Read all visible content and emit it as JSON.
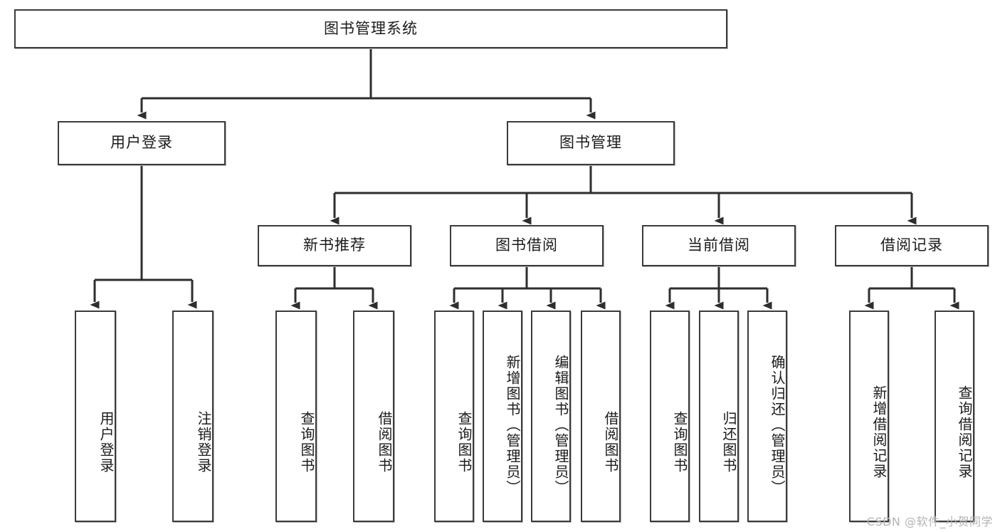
{
  "diagram": {
    "title": "图书管理系统",
    "type": "tree",
    "watermark": "CSDN @软件_小贺同学",
    "colors": {
      "box_border": "#3b3b3b",
      "box_fill": "#ffffff",
      "edge": "#2e2e2e",
      "text": "#1b1b1b",
      "watermark": "#b4b4b4"
    },
    "levels": {
      "root": "图书管理系统",
      "level2": [
        "用户登录",
        "图书管理"
      ],
      "level3": [
        "新书推荐",
        "图书借阅",
        "当前借阅",
        "借阅记录"
      ],
      "level4": [
        "用户登录",
        "注销登录",
        "查询图书",
        "借阅图书",
        "查询图书",
        "新增图书（管理员）",
        "编辑图书（管理员）",
        "借阅图书",
        "查询图书",
        "归还图书",
        "确认归还（管理员）",
        "新增借阅记录",
        "查询借阅记录"
      ]
    },
    "nodes": {
      "root": {
        "label": "图书管理系统"
      },
      "user_login": {
        "label": "用户登录"
      },
      "book_manage": {
        "label": "图书管理"
      },
      "new_book_rec": {
        "label": "新书推荐"
      },
      "book_borrow": {
        "label": "图书借阅"
      },
      "current_borrow": {
        "label": "当前借阅"
      },
      "borrow_record": {
        "label": "借阅记录"
      },
      "leaf_user_login": {
        "label": "用户登录"
      },
      "leaf_logout": {
        "label": "注销登录"
      },
      "leaf_query_book_1": {
        "label": "查询图书"
      },
      "leaf_borrow_book_1": {
        "label": "借阅图书"
      },
      "leaf_query_book_2": {
        "label": "查询图书"
      },
      "leaf_add_book": {
        "label": "新增图书（管理员）"
      },
      "leaf_edit_book": {
        "label": "编辑图书（管理员）"
      },
      "leaf_borrow_book_2": {
        "label": "借阅图书"
      },
      "leaf_query_book_3": {
        "label": "查询图书"
      },
      "leaf_return_book": {
        "label": "归还图书"
      },
      "leaf_confirm_return": {
        "label": "确认归还（管理员）"
      },
      "leaf_add_record": {
        "label": "新增借阅记录"
      },
      "leaf_query_record": {
        "label": "查询借阅记录"
      }
    }
  }
}
